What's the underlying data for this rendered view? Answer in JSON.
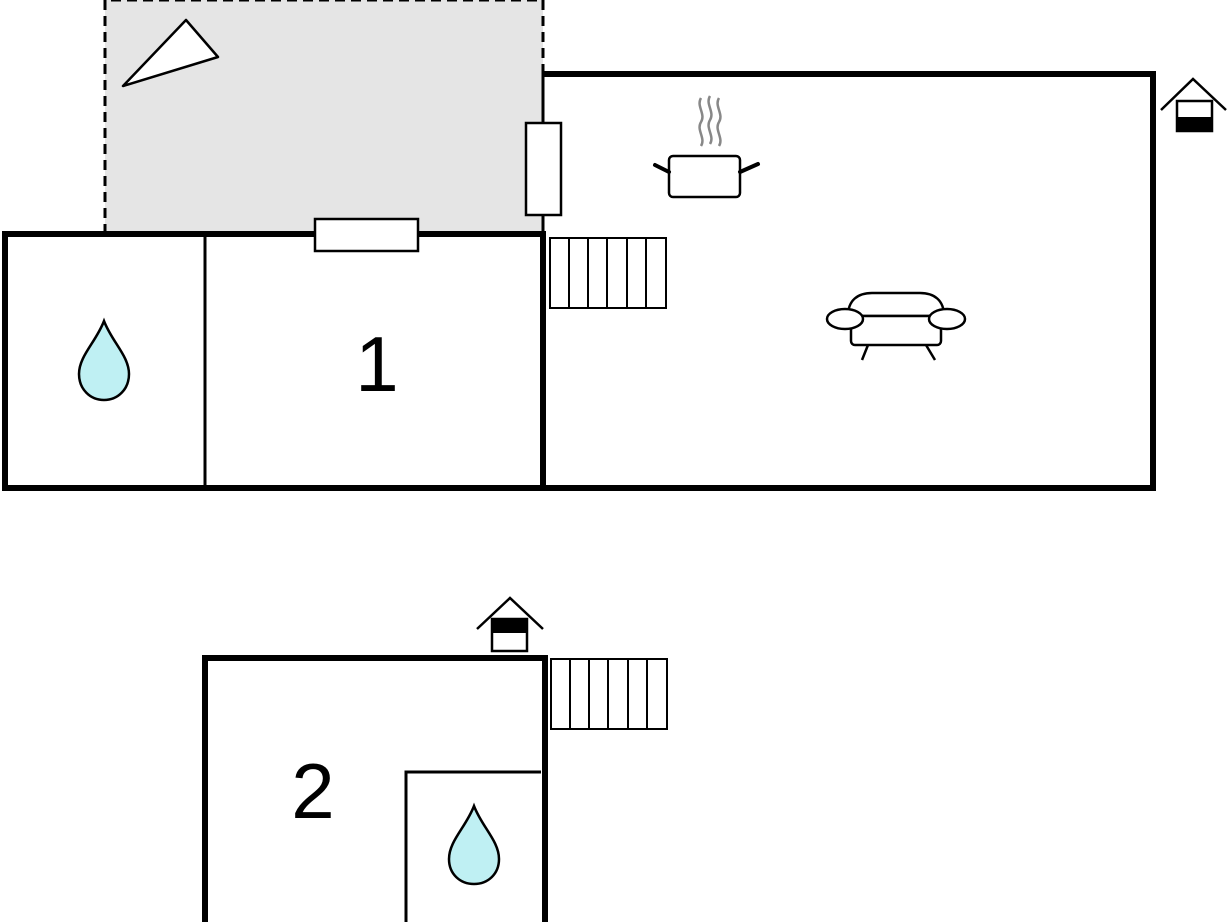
{
  "floor_plan": {
    "rooms": [
      {
        "id": "room-1",
        "label": "1"
      },
      {
        "id": "room-2",
        "label": "2"
      }
    ],
    "icons": [
      "compass-arrow-icon",
      "house-entrance-icon",
      "bathroom-water-icon",
      "kitchen-pot-icon",
      "living-sofa-icon",
      "stairs-icon",
      "window-icon"
    ],
    "colors": {
      "wall": "#000000",
      "terrace_fill": "#e5e5e5",
      "water_fill": "#bff0f3",
      "steam": "#888888",
      "background": "#ffffff"
    }
  }
}
